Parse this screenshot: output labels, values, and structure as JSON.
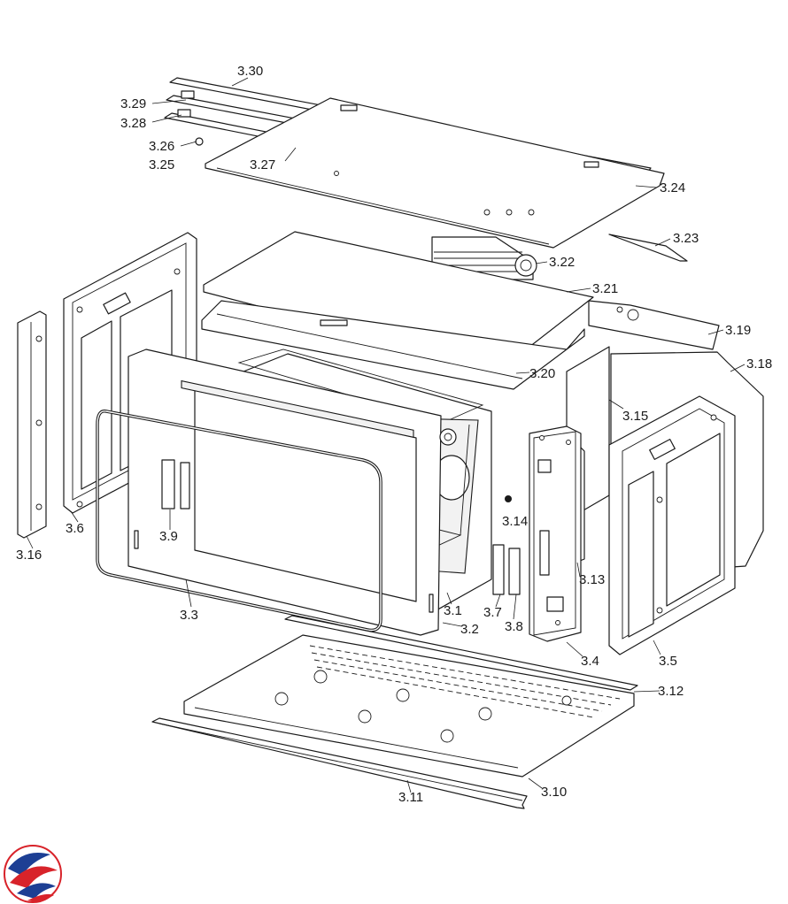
{
  "labels": {
    "l3_30": "3.30",
    "l3_29": "3.29",
    "l3_28": "3.28",
    "l3_26": "3.26",
    "l3_25": "3.25",
    "l3_27": "3.27",
    "l3_24": "3.24",
    "l3_23": "3.23",
    "l3_22": "3.22",
    "l3_21": "3.21",
    "l3_19": "3.19",
    "l3_18": "3.18",
    "l3_20": "3.20",
    "l3_15": "3.15",
    "l3_14": "3.14",
    "l3_13": "3.13",
    "l3_16": "3.16",
    "l3_6": "3.6",
    "l3_9": "3.9",
    "l3_3": "3.3",
    "l3_1": "3.1",
    "l3_2": "3.2",
    "l3_7": "3.7",
    "l3_8": "3.8",
    "l3_4": "3.4",
    "l3_5": "3.5",
    "l3_12": "3.12",
    "l3_10": "3.10",
    "l3_11": "3.11"
  },
  "logo": {
    "icon": "brand-swirl-logo",
    "colors": {
      "red": "#d8232a",
      "blue": "#1d3f94"
    }
  }
}
